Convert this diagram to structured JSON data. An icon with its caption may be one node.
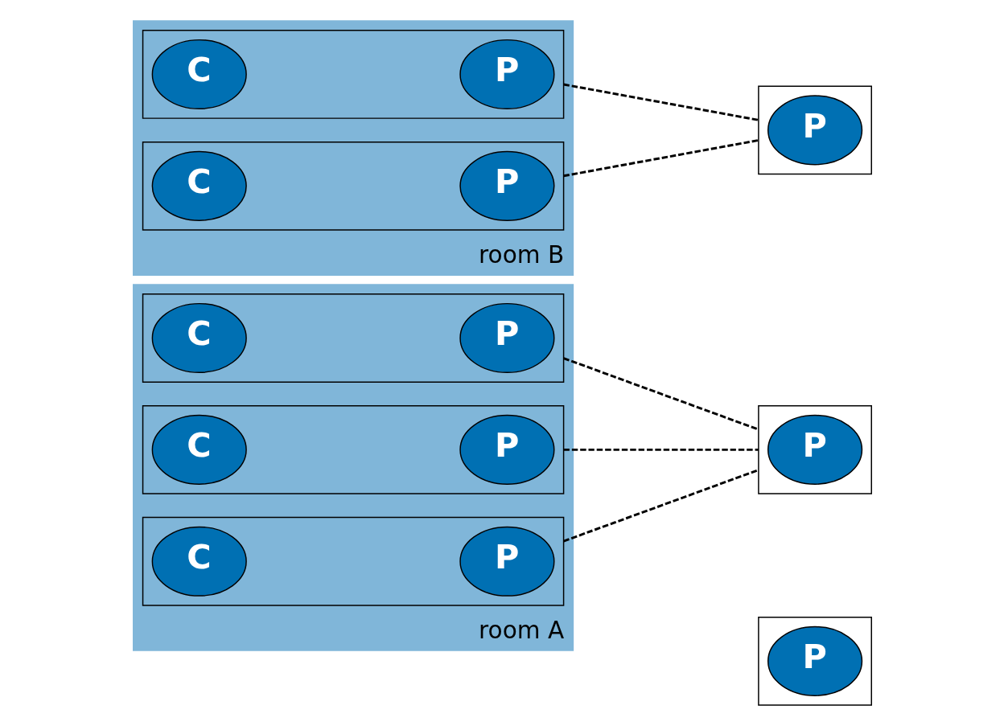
{
  "diagram": {
    "nodes": [
      {
        "text": [
          "room A"
        ]
      },
      {
        "text": [],
        "shape": "box",
        "in": 0
      },
      {
        "text": [
          "C"
        ],
        "in": 1
      },
      {
        "text": [
          "P"
        ],
        "in": 1
      },
      {
        "text": [],
        "shape": "box",
        "in": 0
      },
      {
        "text": [
          "C"
        ],
        "in": 4
      },
      {
        "text": [
          "P"
        ],
        "in": 4
      },
      {
        "text": [],
        "shape": "box",
        "in": 0
      },
      {
        "text": [
          "C"
        ],
        "in": 7
      },
      {
        "text": [
          "P"
        ],
        "in": 7
      },
      {
        "text": [
          "room B"
        ]
      },
      {
        "text": [],
        "shape": "box",
        "in": 10
      },
      {
        "text": [
          "C"
        ],
        "in": 11
      },
      {
        "text": [
          "P"
        ],
        "in": 11
      },
      {
        "text": [],
        "shape": "box",
        "in": 10
      },
      {
        "text": [
          "C"
        ],
        "in": 14
      },
      {
        "text": [
          "P"
        ],
        "in": 14
      },
      {
        "text": [],
        "shape": "box"
      },
      {
        "text": [
          "P"
        ],
        "in": 17
      },
      {
        "text": [],
        "shape": "box"
      },
      {
        "text": [
          "P"
        ],
        "in": 19
      },
      {
        "text": [],
        "shape": "box"
      },
      {
        "text": [
          "P"
        ],
        "in": 21
      }
    ],
    "edges": [
      {
        "from": 1,
        "to": 19,
        "arrow": "none",
        "style": "dashed"
      },
      {
        "from": 4,
        "to": 19,
        "arrow": "none",
        "style": "dashed"
      },
      {
        "from": 7,
        "to": 19,
        "arrow": "none",
        "style": "dashed"
      },
      {
        "from": 11,
        "to": 21,
        "arrow": "none",
        "style": "dashed"
      },
      {
        "from": 14,
        "to": 21,
        "arrow": "none",
        "style": "dashed"
      }
    ]
  }
}
